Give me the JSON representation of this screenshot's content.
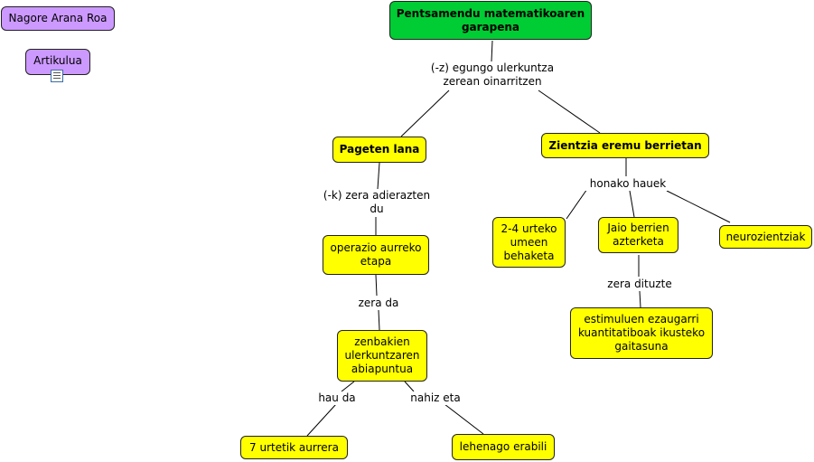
{
  "nodes": {
    "root": "Pentsamendu matematikoaren garapena",
    "author": "Nagore Arana Roa",
    "article": "Artikulua",
    "piaget": "Pageten lana",
    "new_fields": "Zientzia eremu berrietan",
    "preop": "operazio aurreko etapa",
    "numbers": "zenbakien ulerkuntzaren abiapuntua",
    "seven": "7 urtetik aurrera",
    "earlier": "lehenago erabili",
    "kids": "2-4 urteko umeen behaketa",
    "newborn": "Jaio berrien azterketa",
    "neuro": "neurozientziak",
    "stimuli": "estimuluen ezaugarri kuantitatiboak ikusteko gaitasuna"
  },
  "links": {
    "root_label": "(-z) egungo ulerkuntza zerean oinarritzen",
    "piaget_label": "(-k) zera adierazten du",
    "preop_label": "zera da",
    "hau_da": "hau da",
    "nahiz_eta": "nahiz eta",
    "honako": "honako hauek",
    "zera_dituzte": "zera dituzte"
  },
  "icons": {
    "article_icon": "document-icon"
  },
  "colors": {
    "root": "#00cc33",
    "concept": "#ffff00",
    "resource": "#cc99ff",
    "line": "#000000"
  }
}
